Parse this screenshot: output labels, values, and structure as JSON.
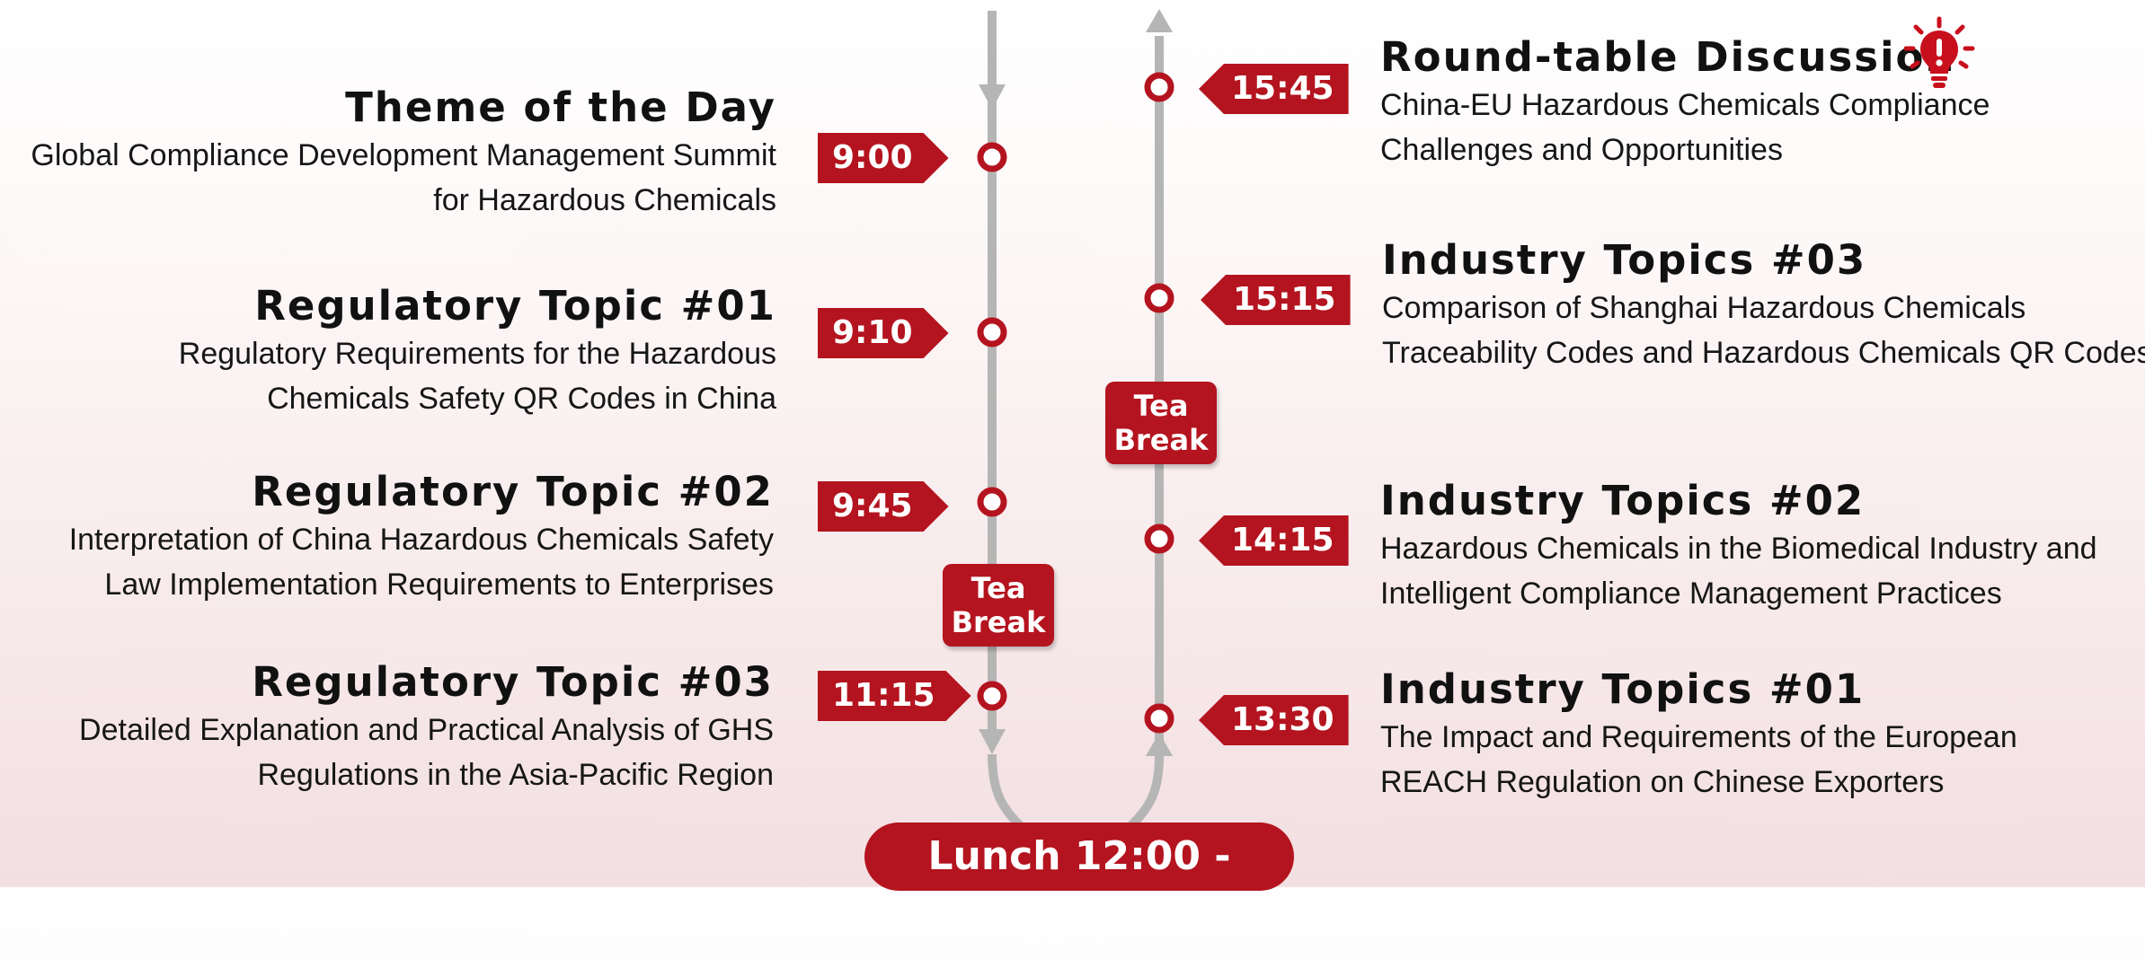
{
  "left_sessions": [
    {
      "time": "9:00",
      "title": "Theme of the Day",
      "desc_lines": [
        "Global Compliance Development Management Summit",
        "for Hazardous Chemicals"
      ]
    },
    {
      "time": "9:10",
      "title": "Regulatory Topic #01",
      "desc_lines": [
        "Regulatory Requirements for the Hazardous",
        "Chemicals Safety QR Codes in China"
      ]
    },
    {
      "time": "9:45",
      "title": "Regulatory Topic #02",
      "desc_lines": [
        "Interpretation of China Hazardous Chemicals Safety",
        "Law Implementation Requirements to Enterprises"
      ]
    },
    {
      "time": "11:15",
      "title": "Regulatory Topic #03",
      "desc_lines": [
        "Detailed Explanation and Practical Analysis of GHS",
        "Regulations in the Asia-Pacific Region"
      ]
    }
  ],
  "right_sessions": [
    {
      "time": "15:45",
      "title": "Round-table Discussion",
      "desc_lines": [
        "China-EU Hazardous Chemicals Compliance",
        "Challenges and Opportunities"
      ]
    },
    {
      "time": "15:15",
      "title": "Industry Topics #03",
      "desc_lines": [
        "Comparison of Shanghai Hazardous Chemicals",
        "Traceability Codes and Hazardous Chemicals QR Codes"
      ]
    },
    {
      "time": "14:15",
      "title": "Industry Topics #02",
      "desc_lines": [
        "Hazardous Chemicals in the Biomedical Industry and",
        "Intelligent Compliance Management Practices"
      ]
    },
    {
      "time": "13:30",
      "title": "Industry Topics #01",
      "desc_lines": [
        "The Impact and Requirements of the European",
        "REACH Regulation on Chinese Exporters"
      ]
    }
  ],
  "breaks": {
    "morning": [
      "Tea",
      "Break"
    ],
    "afternoon": [
      "Tea",
      "Break"
    ]
  },
  "lunch_label": "Lunch 12:00 - 13:30",
  "icons": {
    "round_table": "lightbulb-icon"
  },
  "colors": {
    "accent": "#b4141f",
    "line": "#b5b5b5"
  }
}
